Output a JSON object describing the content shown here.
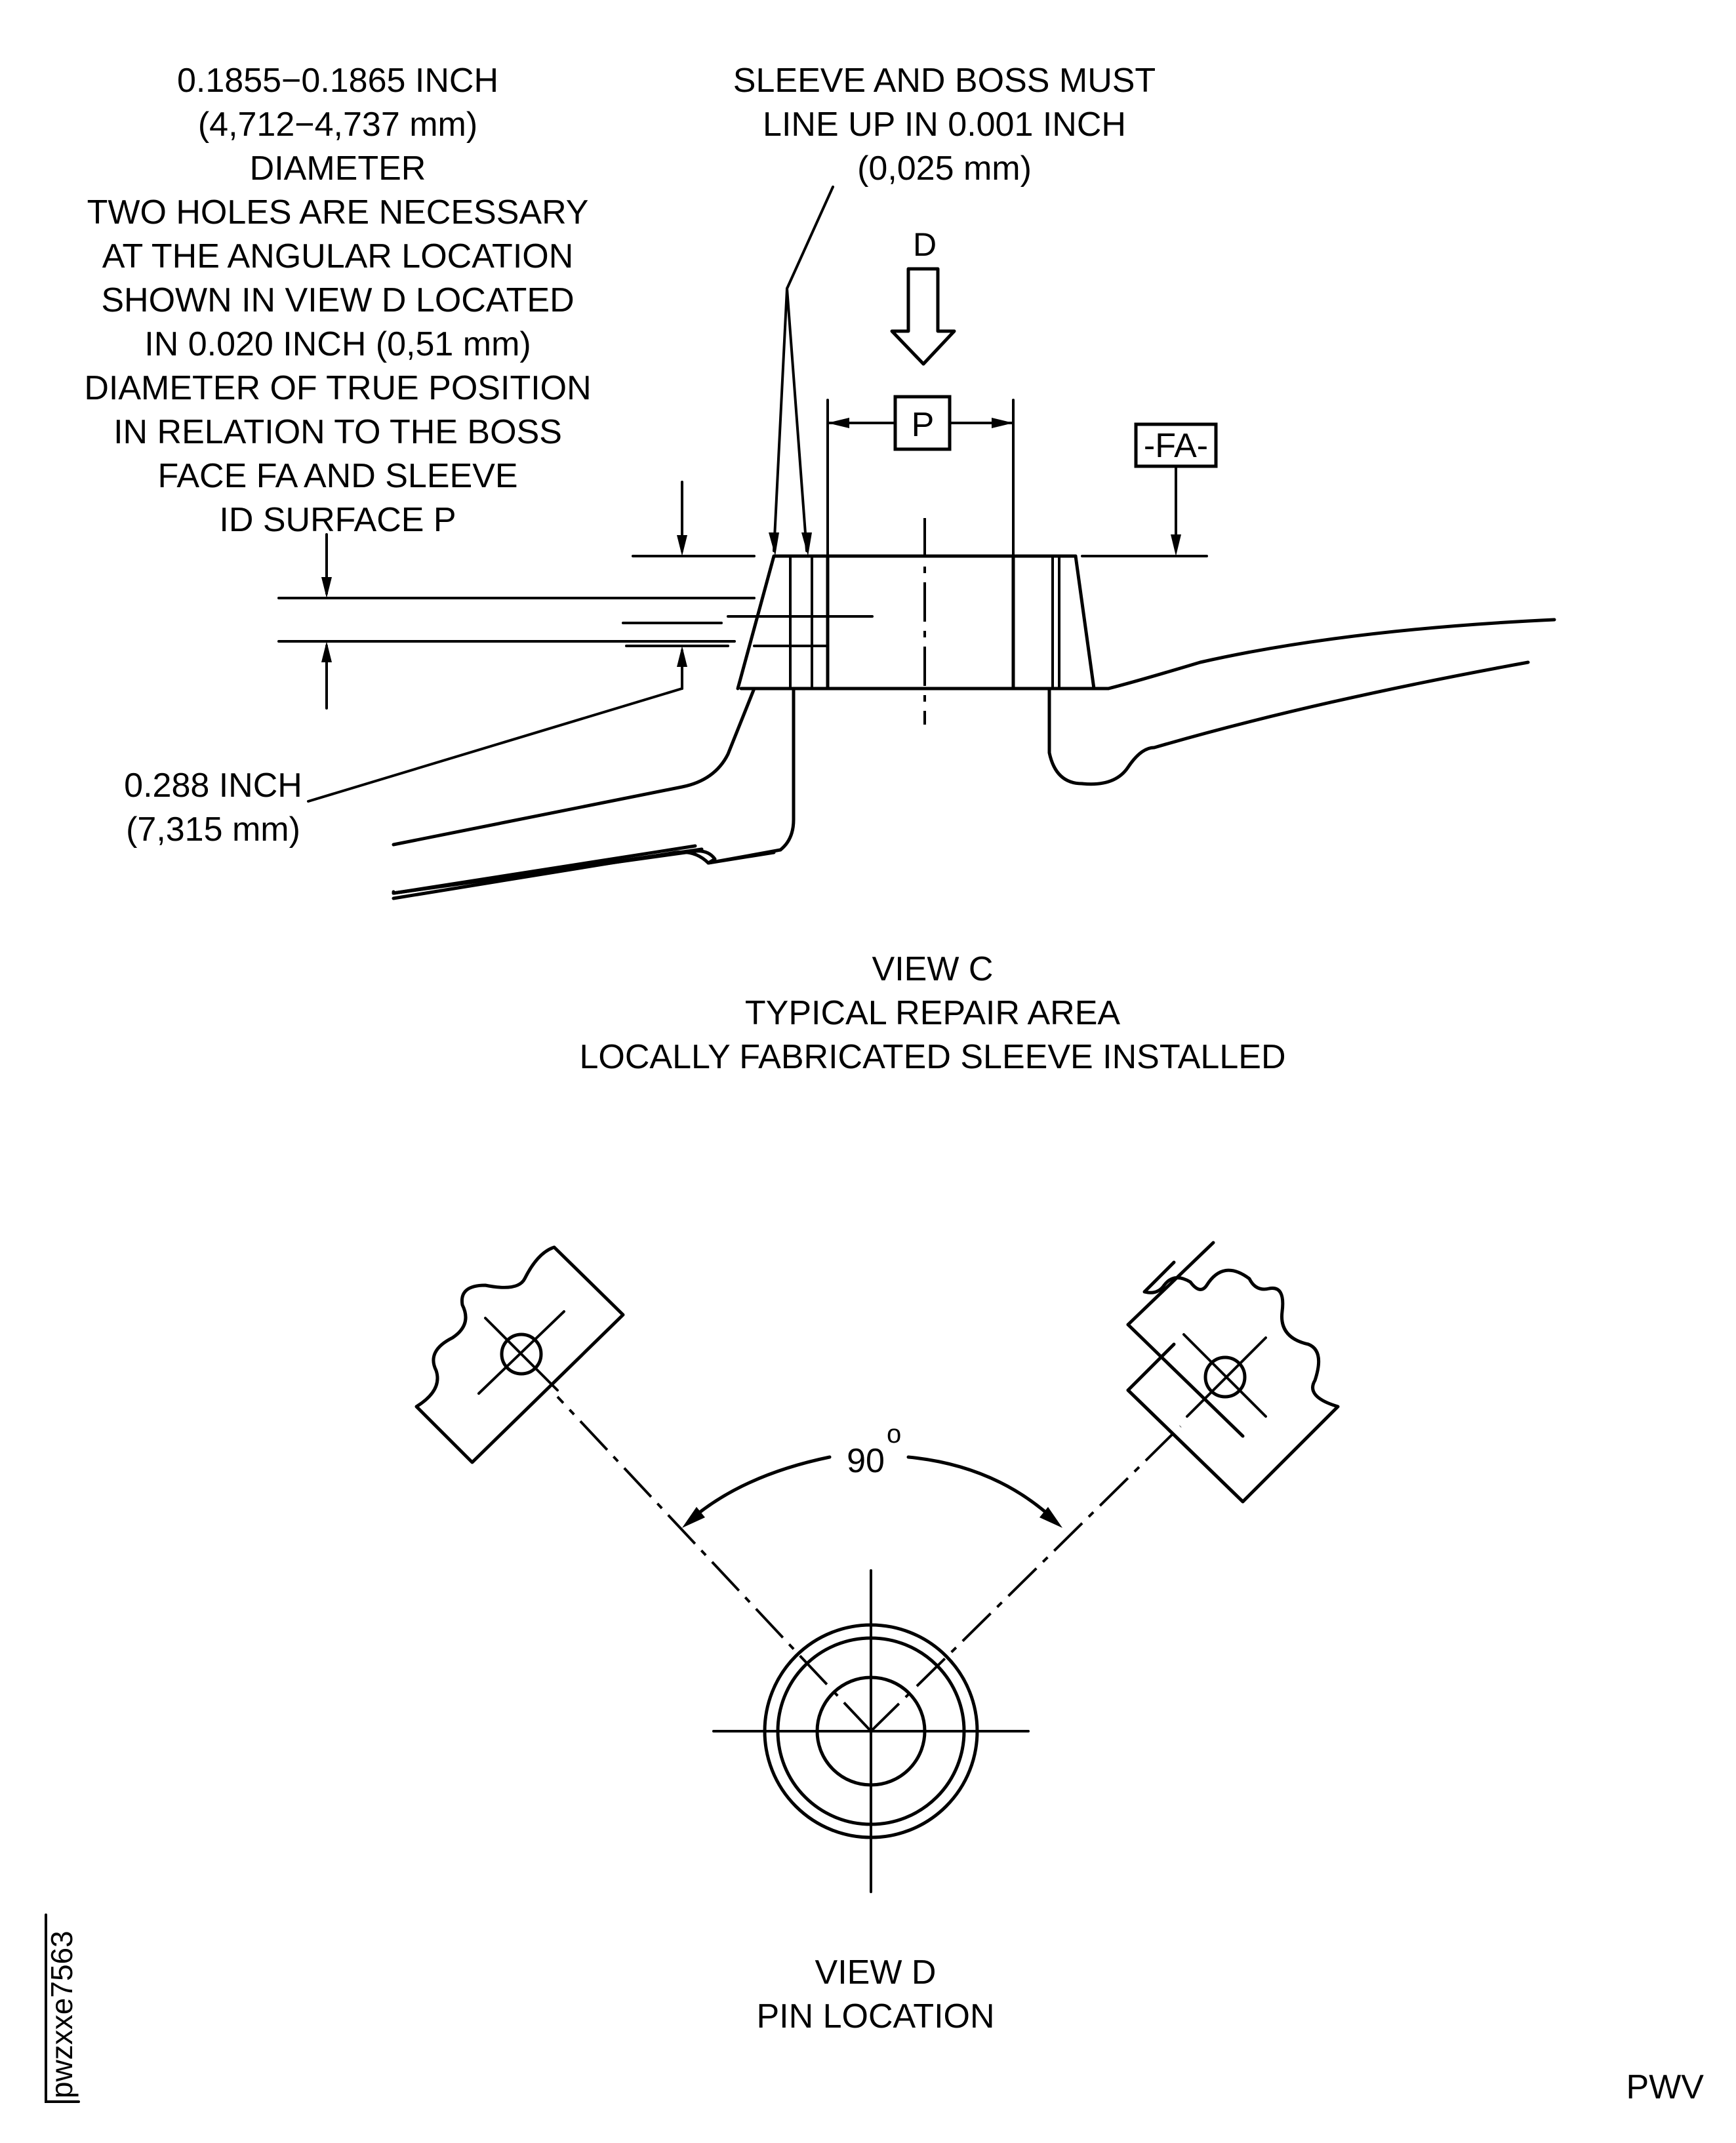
{
  "notes": {
    "hole_note": [
      "0.1855−0.1865 INCH",
      "(4,712−4,737 mm)",
      "DIAMETER",
      "TWO HOLES ARE NECESSARY",
      "AT THE ANGULAR LOCATION",
      "SHOWN IN VIEW D LOCATED",
      "IN 0.020 INCH (0,51 mm)",
      "DIAMETER OF TRUE POSITION",
      "IN RELATION TO THE BOSS",
      "FACE FA AND SLEEVE",
      "ID SURFACE P"
    ],
    "alignment_note": [
      "SLEEVE AND BOSS MUST",
      "LINE UP IN 0.001 INCH",
      "(0,025 mm)"
    ],
    "depth_note": [
      "0.288 INCH",
      "(7,315 mm)"
    ]
  },
  "labels": {
    "view_arrow": "D",
    "datum_p": "P",
    "datum_fa": "-FA-",
    "angle_value": "90",
    "angle_unit": "o"
  },
  "captions": {
    "view_c": [
      "VIEW C",
      "TYPICAL REPAIR AREA",
      "LOCALLY FABRICATED SLEEVE INSTALLED"
    ],
    "view_d": [
      "VIEW D",
      "PIN LOCATION"
    ]
  },
  "figure_id": "pwzxxe7563",
  "corner_mark": "PWV"
}
